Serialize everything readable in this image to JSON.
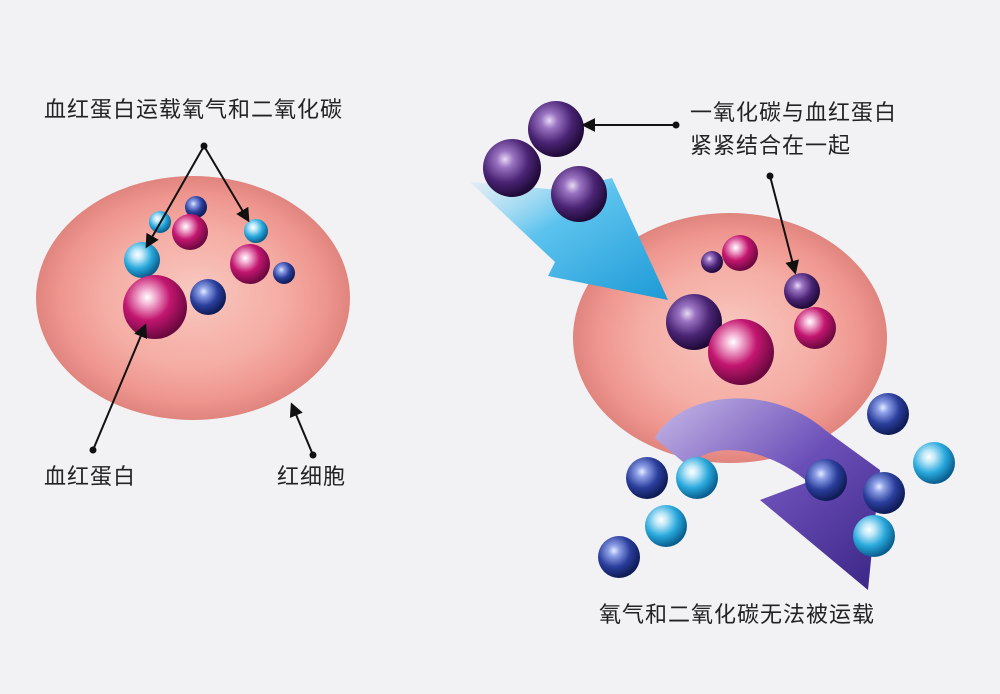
{
  "labels": {
    "carry": "血红蛋白运载氧气和二氧化碳",
    "hemoglobin": "血红蛋白",
    "rbc": "红细胞",
    "co_bind_line1": "一氧化碳与血红蛋白",
    "co_bind_line2": "紧紧结合在一起",
    "cannot_carry": "氧气和二氧化碳无法被运载"
  },
  "colors": {
    "background": "#f2f2f4",
    "cell": "#f1a39d",
    "hemoglobin": "#c3166f",
    "oxygen": "#29a9dd",
    "co2": "#2a3e9c",
    "co": "#4a2474",
    "arrow_in": "#39b6e8",
    "arrow_out": "#5a3ea8"
  }
}
